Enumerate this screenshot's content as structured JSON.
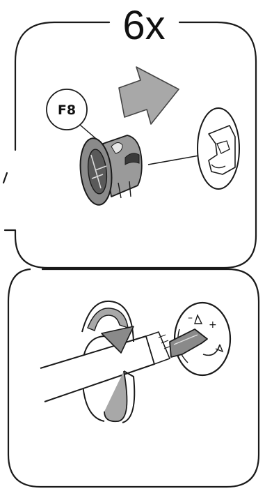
{
  "step": {
    "quantity_label": "6x",
    "part_label": "F8"
  },
  "icons": [
    "gray-arrow-right",
    "cam-lock-fitting",
    "cam-socket",
    "screwdriver",
    "rotation-arrow"
  ],
  "colors": {
    "line": "#1a1a1a",
    "part_fill": "#9a9a9a",
    "part_dark": "#5a5a5a",
    "arrow_fill": "#a8a8a8",
    "background": "#ffffff"
  }
}
